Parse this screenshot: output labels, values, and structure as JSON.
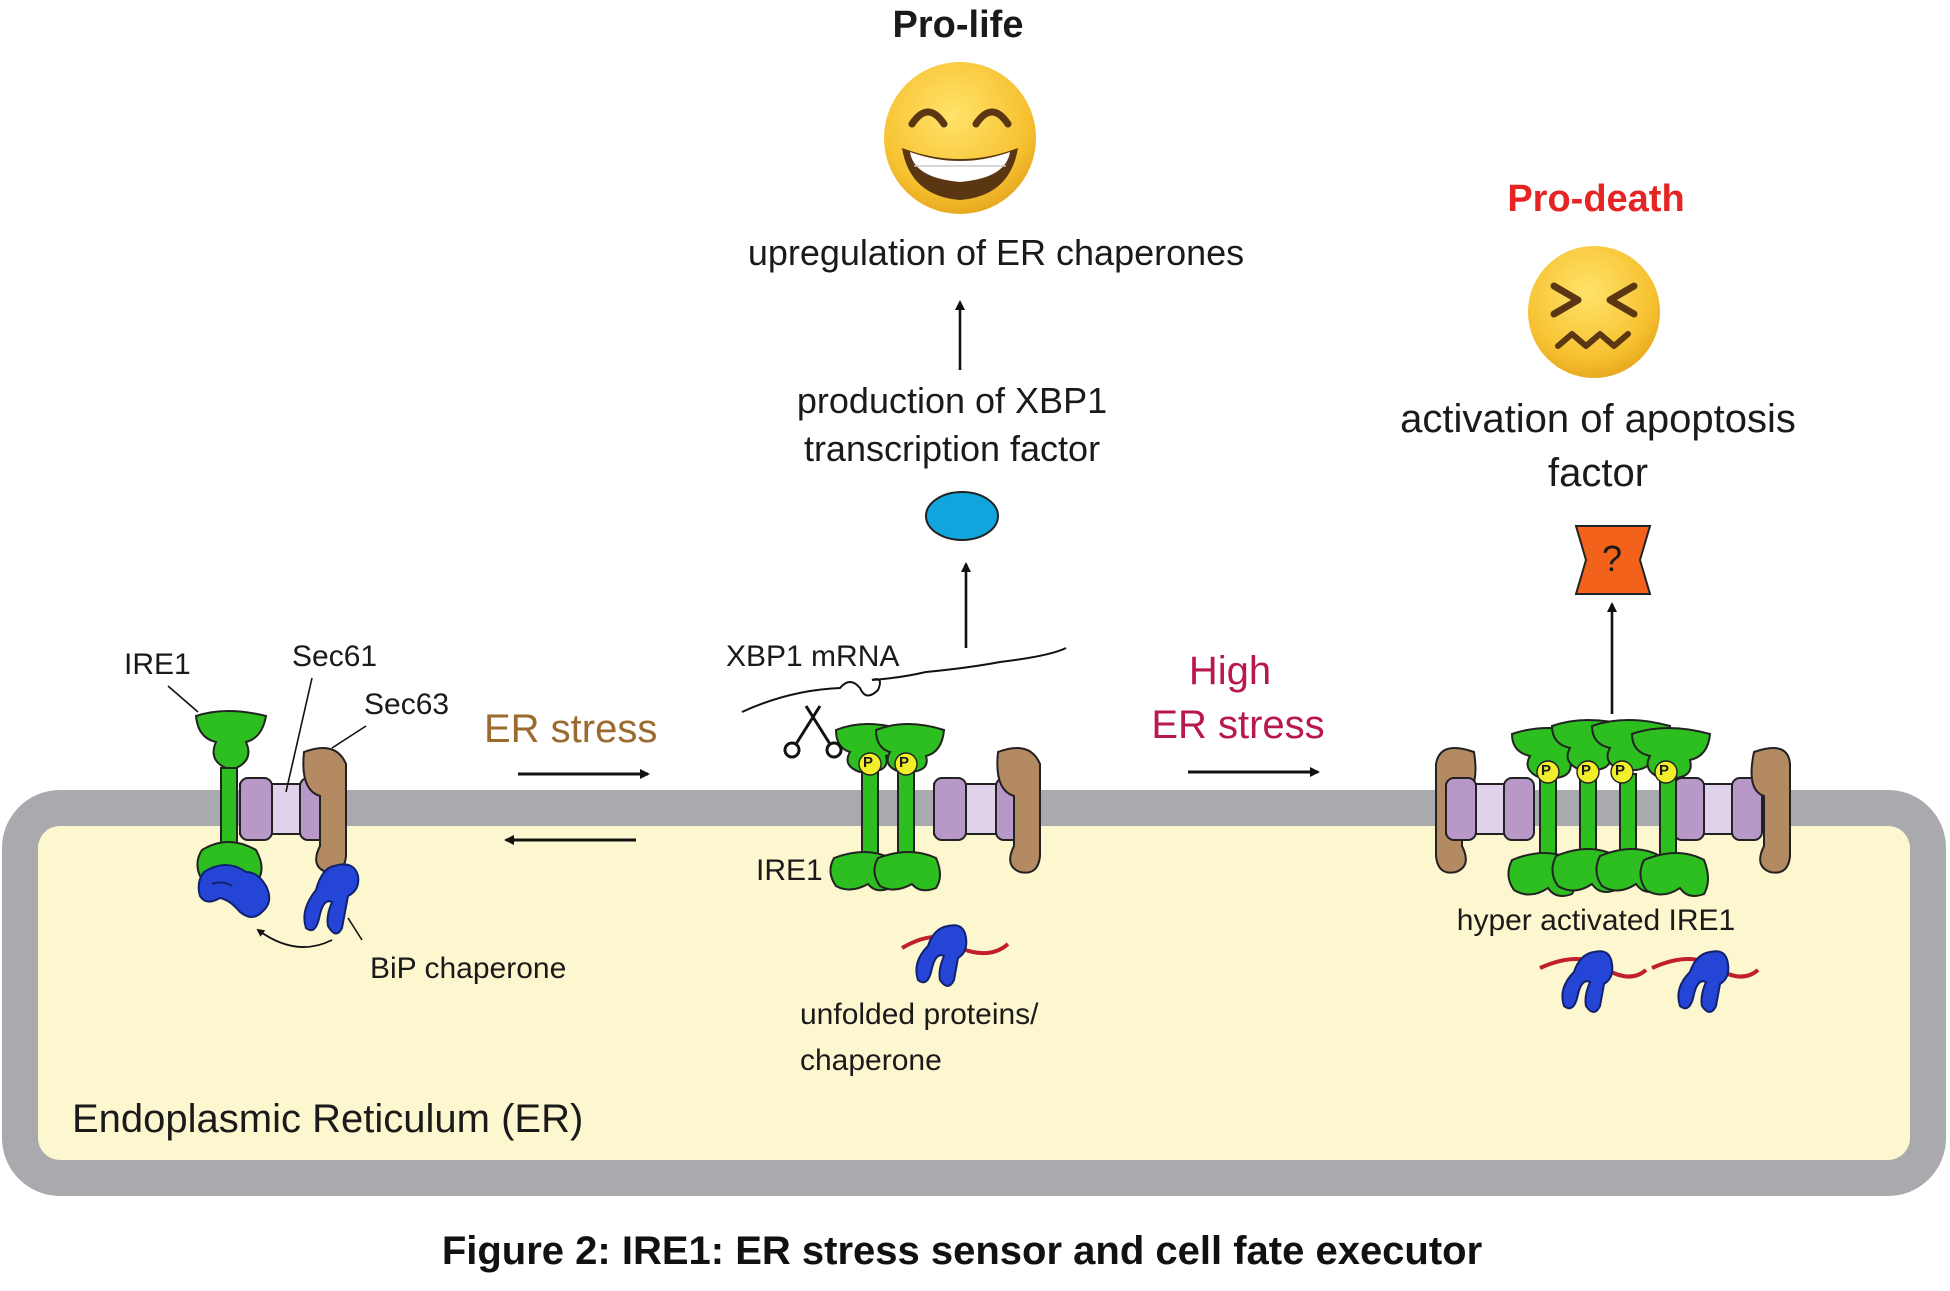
{
  "colors": {
    "membrane": "#a9aaad",
    "lumen": "#fdf7cf",
    "ire1": "#2cbf1f",
    "ire1_dark": "#1f8f16",
    "bip": "#2445d6",
    "sec61": "#b898c9",
    "sec61_light": "#e0d2ea",
    "sec63": "#b48a62",
    "phospho": "#f1ef2a",
    "xbp1_protein": "#12a4dc",
    "apoptosis_factor": "#f2621a",
    "unfolded_protein": "#c01f2a",
    "er_stress_text": "#9b6a2f",
    "high_er_stress_text": "#b8194c",
    "pro_death_text": "#e62424"
  },
  "icons": {
    "pro_life_face": "grinning-face-icon",
    "pro_death_face": "confounded-face-icon",
    "scissors": "scissors-icon"
  },
  "labels": {
    "ire1_left": "IRE1",
    "sec61": "Sec61",
    "sec63": "Sec63",
    "bip": "BiP chaperone",
    "er_stress": "ER stress",
    "xbp1_mrna": "XBP1 mRNA",
    "ire1_middle": "IRE1",
    "unfolded_line1": "unfolded proteins/",
    "unfolded_line2": "chaperone",
    "high_line1": "High",
    "high_line2": "ER stress",
    "hyper": "hyper activated IRE1",
    "er_compartment": "Endoplasmic Reticulum (ER)",
    "phospho": "P",
    "unknown_factor": "?"
  },
  "pro_life": {
    "heading": "Pro-life",
    "outcome": "upregulation of ER chaperones",
    "production_line1": "production of XBP1",
    "production_line2": "transcription factor"
  },
  "pro_death": {
    "heading": "Pro-death",
    "outcome_line1": "activation of apoptosis",
    "outcome_line2": "factor"
  },
  "caption": "Figure 2: IRE1: ER stress sensor and cell fate executor"
}
